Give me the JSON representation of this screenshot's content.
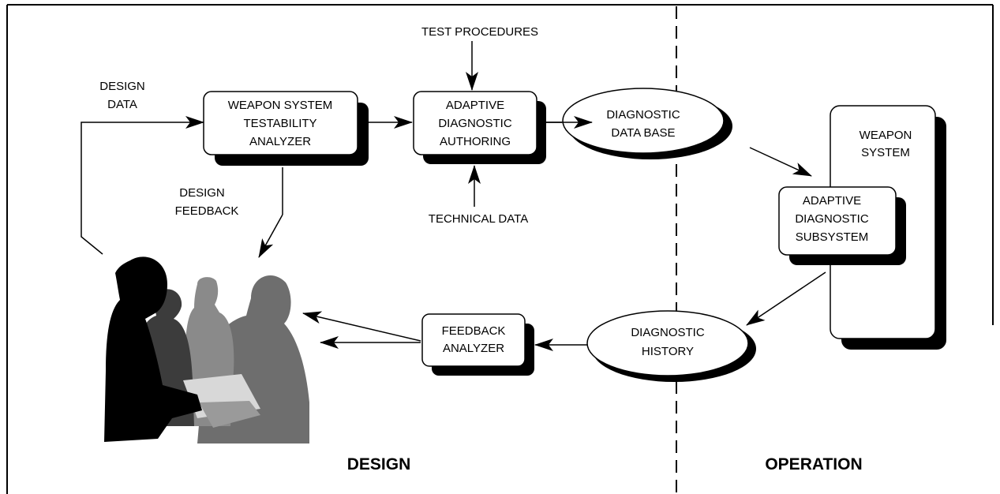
{
  "labels": {
    "design_data_1": "DESIGN",
    "design_data_2": "DATA",
    "design_feedback_1": "DESIGN",
    "design_feedback_2": "FEEDBACK",
    "test_procedures": "TEST PROCEDURES",
    "technical_data": "TECHNICAL DATA"
  },
  "boxes": {
    "analyzer": [
      "WEAPON SYSTEM",
      "TESTABILITY",
      "ANALYZER"
    ],
    "authoring": [
      "ADAPTIVE",
      "DIAGNOSTIC",
      "AUTHORING"
    ],
    "feedback_analyzer": [
      "FEEDBACK",
      "ANALYZER"
    ],
    "weapon_system": [
      "WEAPON",
      "SYSTEM"
    ],
    "subsystem": [
      "ADAPTIVE",
      "DIAGNOSTIC",
      "SUBSYSTEM"
    ]
  },
  "ellipses": {
    "database": [
      "DIAGNOSTIC",
      "DATA BASE"
    ],
    "history": [
      "DIAGNOSTIC",
      "HISTORY"
    ]
  },
  "sections": {
    "design": "DESIGN",
    "operation": "OPERATION"
  },
  "colors": {
    "line": "#000000",
    "shadow": "#000000",
    "figure_dark": "#000000",
    "figure_mid": "#3c3c3c",
    "figure_gray": "#6e6e6e",
    "figure_light": "#8a8a8a",
    "paper": "#bdbdbd"
  }
}
